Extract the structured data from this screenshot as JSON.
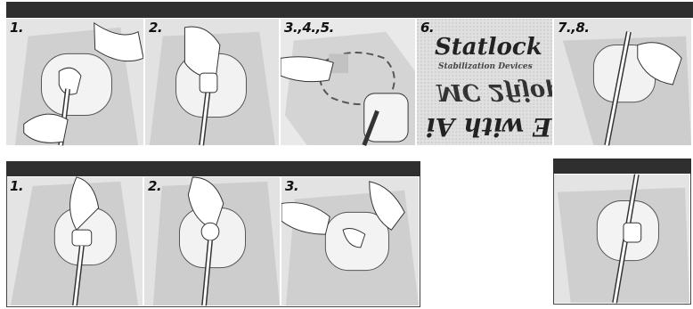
{
  "row1": {
    "steps": [
      "1.",
      "2.",
      "3.,4.,5.",
      "6.",
      "7.,8."
    ]
  },
  "row2": {
    "steps": [
      "1.",
      "2.",
      "3."
    ]
  },
  "package": {
    "brand": "Statlock",
    "subtitle": "Stabilization Devices",
    "mirror_line1": "MC 2fijop",
    "mirror_line2": "E with Ai"
  }
}
